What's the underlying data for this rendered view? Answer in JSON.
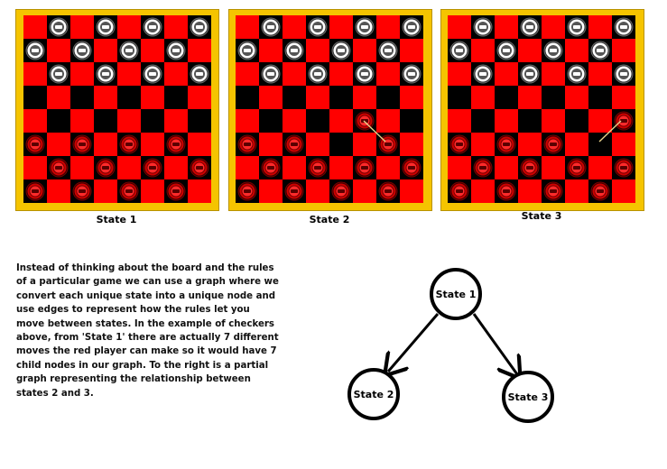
{
  "boards": [
    {
      "caption": "State 1"
    },
    {
      "caption": "State 2"
    },
    {
      "caption": "State 3"
    }
  ],
  "paragraph": "Instead of thinking about the board and the rules\nof a particular game we can use a graph where we\nconvert each unique state into a unique node and\nuse edges to represent how the rules let you\nmove between states. In the example of checkers\nabove, from 'State 1' there are actually 7 different\nmoves the red player can make so it would have 7\nchild nodes in our graph. To the right is a partial\ngraph representing the relationship between\nstates 2 and 3.",
  "graph": {
    "nodes": [
      {
        "label": "State 1"
      },
      {
        "label": "State 2"
      },
      {
        "label": "State 3"
      }
    ]
  },
  "colors": {
    "red_square": "#ff0000",
    "dark_square": "#000000",
    "frame": "#f5c400",
    "white_piece": "#ffffff",
    "red_piece": "#cc0000",
    "arrow": "#e8d28a"
  }
}
